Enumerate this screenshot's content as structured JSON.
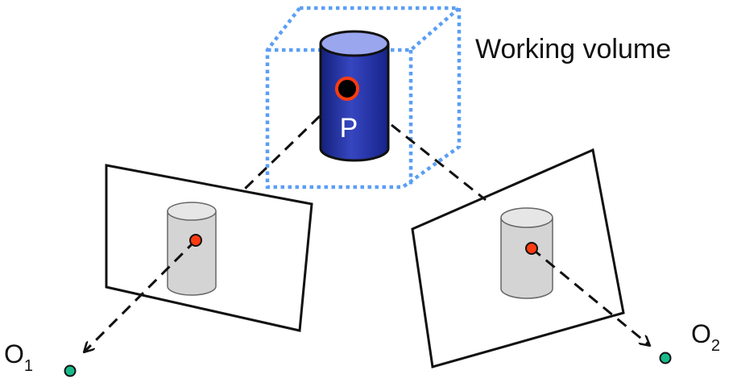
{
  "labels": {
    "working_volume": "Working volume",
    "point": "P",
    "camera1_letter": "O",
    "camera1_sub": "1",
    "camera2_letter": "O",
    "camera2_sub": "2"
  },
  "colors": {
    "cylinder_dark": "#1a2a8c",
    "cylinder_mid": "#3443b8",
    "cylinder_top": "#9aa6ee",
    "volume_dots": "#5b9ef5",
    "point_ring": "#ff3b10",
    "camera_center": "#1ab98c",
    "projected_cylinder": "#d6d6d6",
    "projected_top": "#e8e8e8"
  }
}
